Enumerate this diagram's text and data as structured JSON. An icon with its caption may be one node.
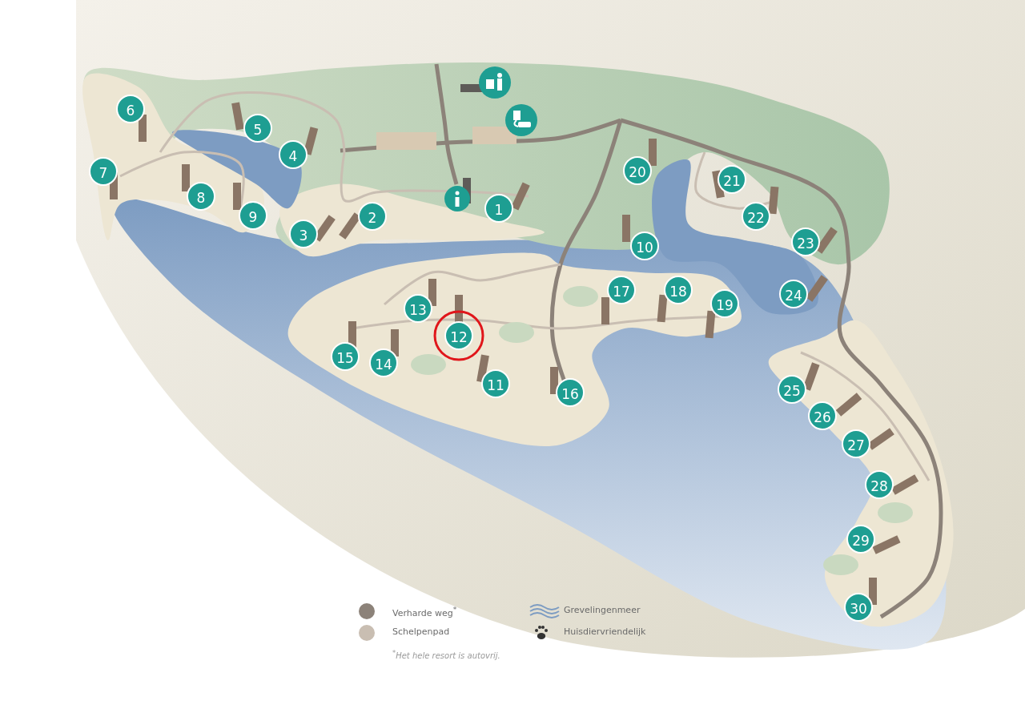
{
  "diagram": {
    "labels": [
      "1",
      "2",
      "3",
      "4",
      "5",
      "6",
      "7",
      "8",
      "9",
      "10",
      "11",
      "12",
      "13",
      "14",
      "15",
      "16",
      "17",
      "18",
      "19",
      "20",
      "21",
      "22",
      "23",
      "24",
      "25",
      "26",
      "27",
      "28",
      "29",
      "30",
      "$^{*}$Het hele resort is autovrij."
    ],
    "legend": [
      {
        "text": "Verharde weg$^{*}$",
        "color": "#8c8279"
      },
      {
        "text": "Schelpenpad",
        "color": "#c9beb2"
      },
      {
        "text": "Grevelingenmeer"
      },
      {
        "text": "Huisdiervriendelijk"
      }
    ]
  }
}
